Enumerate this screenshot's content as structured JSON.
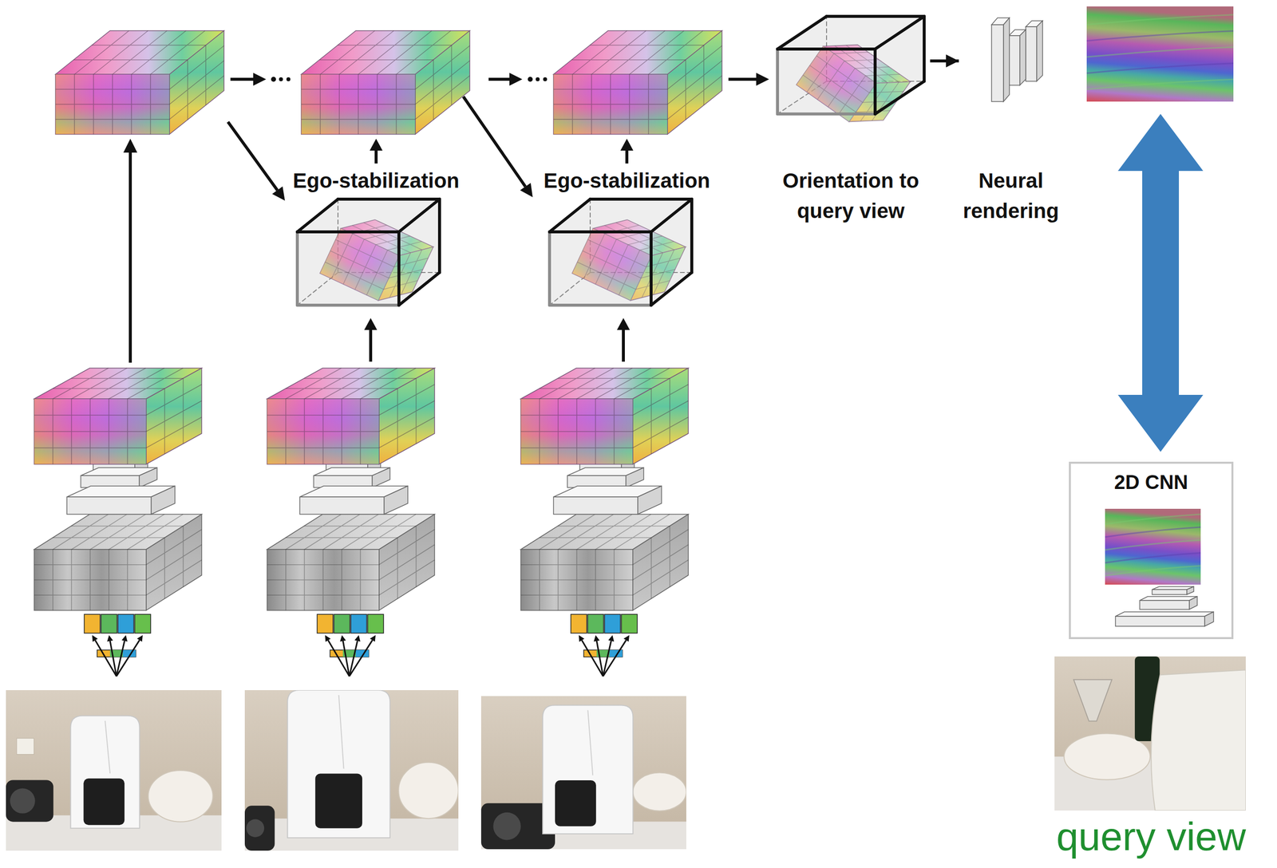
{
  "diagram": {
    "nodes": [
      {
        "text": [
          "Ego-stabilization"
        ]
      },
      {
        "text": [
          "Ego-stabilization"
        ]
      },
      {
        "text": [
          "Orientation to query view"
        ]
      },
      {
        "text": [
          "Neural rendering"
        ]
      },
      {
        "text": [
          "2D CNN"
        ]
      }
    ],
    "edges": [
      {
        "from": 2,
        "to": 3,
        "arrow": "to"
      }
    ],
    "labels": [
      "query view"
    ]
  }
}
